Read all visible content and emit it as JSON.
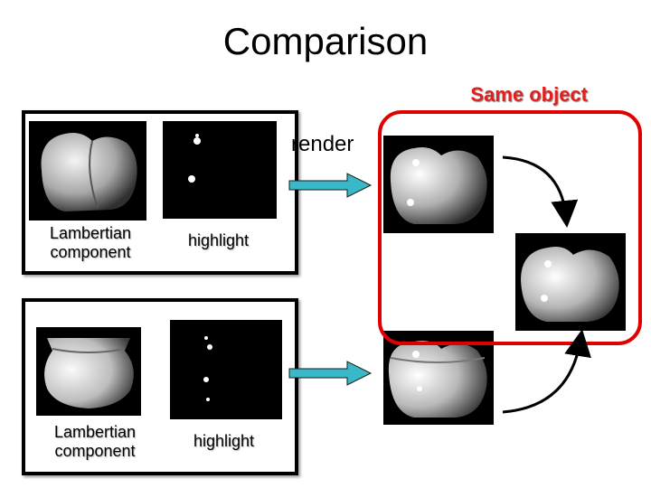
{
  "title": "Comparison",
  "same_object_label": "Same object",
  "render_label": "render",
  "top_panel": {
    "lambertian_caption": "Lambertian\ncomponent",
    "highlight_caption": "highlight"
  },
  "bottom_panel": {
    "lambertian_caption": "Lambertian\ncomponent",
    "highlight_caption": "highlight"
  },
  "colors": {
    "red_outline": "#e00000",
    "same_object_text": "#e02020",
    "arrow_cyan": "#38b8c8"
  }
}
